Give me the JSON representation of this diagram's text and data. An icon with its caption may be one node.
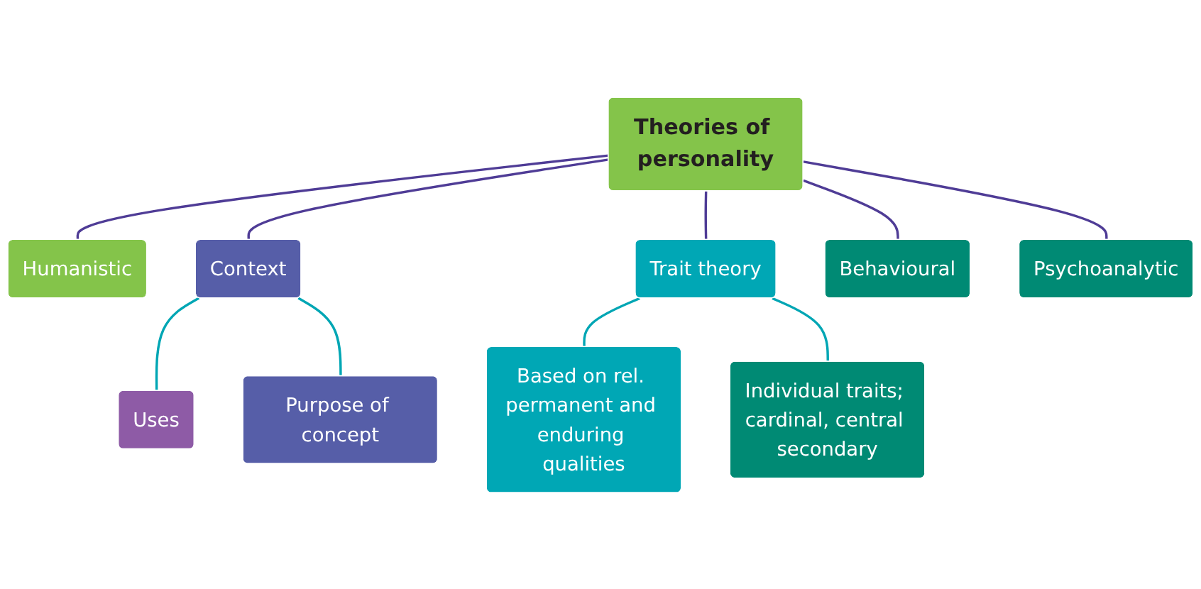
{
  "diagram": {
    "nodes": [
      {
        "text": [
          "Uses"
        ]
      },
      {
        "text": [
          "Humanistic"
        ]
      },
      {
        "text": [
          "Context"
        ]
      },
      {
        "text": [
          "Trait theory"
        ]
      },
      {
        "text": [
          "Purpose of concept"
        ]
      },
      {
        "text": [
          "Theories of personality"
        ]
      },
      {
        "text": [
          "Individual traits; cardinal, central secondary"
        ]
      },
      {
        "text": [
          "Behavioural"
        ]
      },
      {
        "text": [
          "Based on rel. permanent and enduring qualities"
        ]
      },
      {
        "text": [
          "Psychoanalytic"
        ]
      }
    ],
    "edges": [
      {
        "from": 5,
        "to": 2,
        "arrow": "none"
      },
      {
        "from": 5,
        "to": 1,
        "arrow": "none"
      },
      {
        "from": 5,
        "to": 3,
        "arrow": "none"
      },
      {
        "from": 5,
        "to": 7,
        "arrow": "none"
      },
      {
        "from": 5,
        "to": 9,
        "arrow": "none"
      },
      {
        "from": 2,
        "to": 0,
        "arrow": "none",
        "color": "#00a6b4"
      },
      {
        "from": 2,
        "to": 4,
        "arrow": "none",
        "color": "#00a6b4"
      },
      {
        "from": 3,
        "to": 8,
        "arrow": "none",
        "color": "#00a6b4"
      },
      {
        "from": 3,
        "to": 6,
        "arrow": "none",
        "color": "#00a6b4"
      }
    ]
  }
}
